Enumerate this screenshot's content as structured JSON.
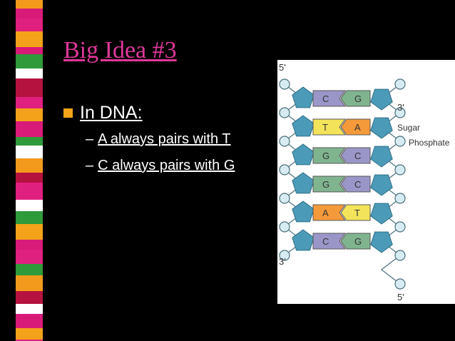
{
  "slide": {
    "title": "Big Idea #3",
    "bullet": "In DNA:",
    "sub_items": [
      "A always pairs with T",
      "C always pairs with G"
    ]
  },
  "diagram": {
    "labels": {
      "five_prime_top": "5'",
      "three_prime_top": "3'",
      "sugar": "Sugar",
      "phosphate": "Phosphate",
      "three_prime_bottom": "3'",
      "five_prime_bottom": "5'"
    },
    "pairs": [
      {
        "left": "C",
        "right": "G"
      },
      {
        "left": "T",
        "right": "A"
      },
      {
        "left": "G",
        "right": "C"
      },
      {
        "left": "G",
        "right": "C"
      },
      {
        "left": "A",
        "right": "T"
      },
      {
        "left": "C",
        "right": "G"
      }
    ]
  },
  "colors": {
    "title": "#e0389a",
    "bullet": "#f3a21a",
    "sugar": "#4b9ab8",
    "phosphate": "#d7ecf2",
    "C": "#9b96c8",
    "G": "#7fb48f",
    "T": "#f3e35a",
    "A": "#f59a3a"
  }
}
